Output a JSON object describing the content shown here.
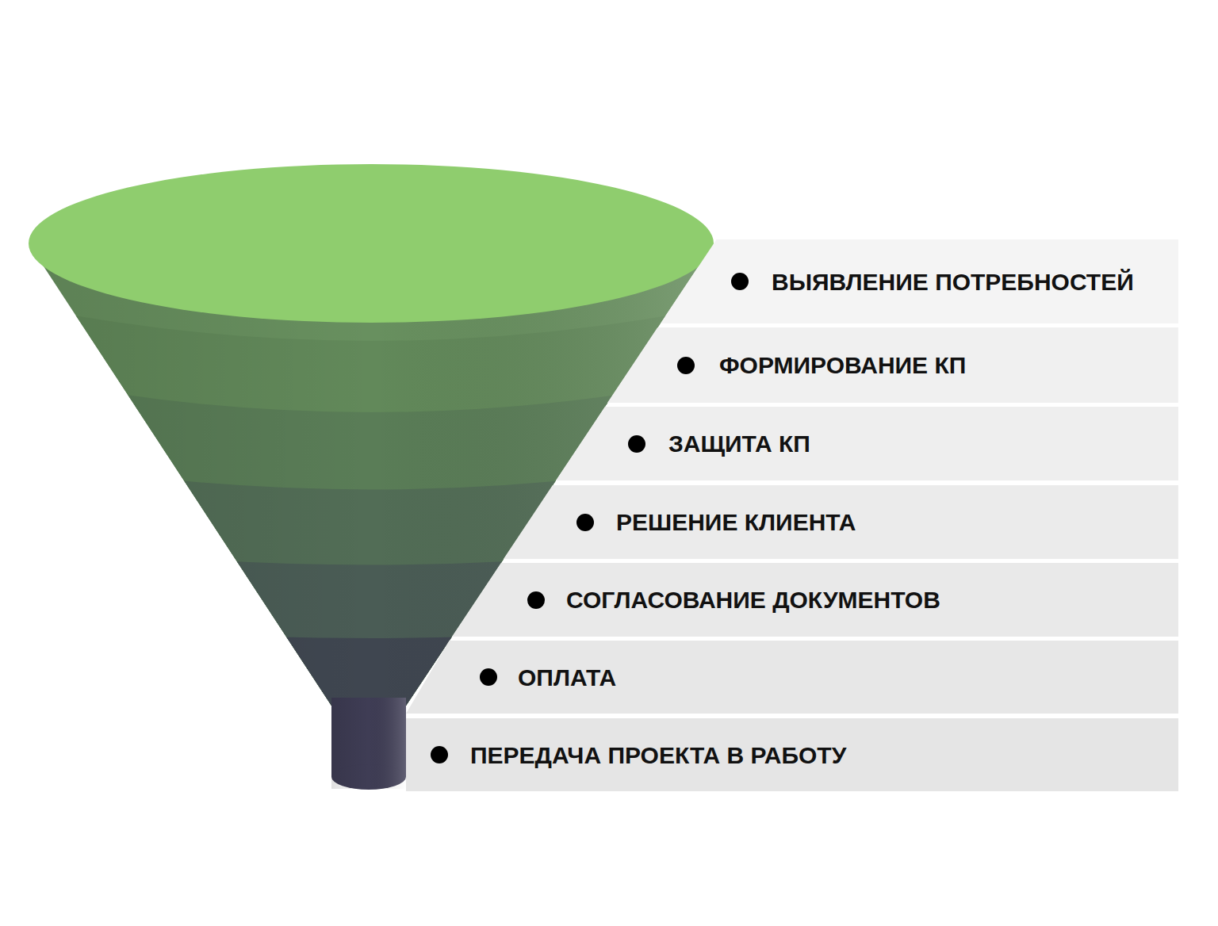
{
  "diagram": {
    "nodes": [
      {
        "text": [
          "ВЫЯВЛЕНИЕ ПОТРЕБНОСТЕЙ"
        ]
      },
      {
        "text": [
          "ФОРМИРОВАНИЕ КП"
        ]
      },
      {
        "text": [
          "ЗАЩИТА КП"
        ]
      },
      {
        "text": [
          "РЕШЕНИЕ КЛИЕНТА"
        ]
      },
      {
        "text": [
          "СОГЛАСОВАНИЕ ДОКУМЕНТОВ"
        ]
      },
      {
        "text": [
          "ОПЛАТА"
        ]
      },
      {
        "text": [
          "ПЕРЕДАЧА ПРОЕКТА В РАБОТУ"
        ]
      }
    ]
  }
}
